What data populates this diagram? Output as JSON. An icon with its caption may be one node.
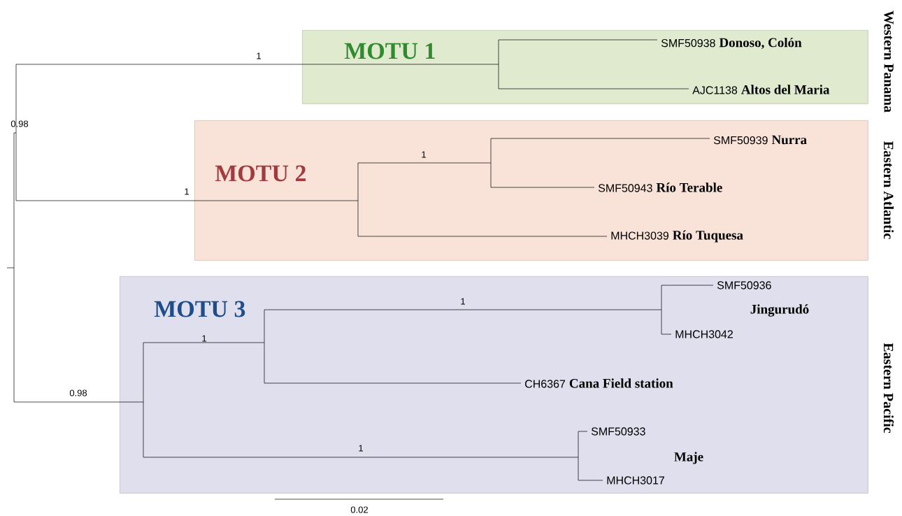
{
  "diagram": {
    "nodes": [
      {
        "text": [
          "MOTU 1"
        ]
      },
      {
        "text": [
          "SMF50938",
          "Donoso, Colón"
        ],
        "in": 0
      },
      {
        "text": [
          "AJC1138",
          "Altos del Maria"
        ],
        "in": 0
      },
      {
        "text": [
          "MOTU 2"
        ]
      },
      {
        "text": [
          "SMF50939",
          "Nurra"
        ],
        "in": 3
      },
      {
        "text": [
          "SMF50943",
          "Río Terable"
        ],
        "in": 3
      },
      {
        "text": [
          "MHCH3039",
          "Río Tuquesa"
        ],
        "in": 3
      },
      {
        "text": [
          "MOTU 3"
        ]
      },
      {
        "text": [
          "SMF50936"
        ],
        "in": 7
      },
      {
        "text": [
          "MHCH3042"
        ],
        "in": 7
      },
      {
        "text": [
          "CH6367",
          "Cana Field station"
        ],
        "in": 7
      },
      {
        "text": [
          "SMF50933"
        ],
        "in": 7
      },
      {
        "text": [
          "MHCH3017"
        ],
        "in": 7
      }
    ],
    "labels": [
      "Western Panama",
      "Eastern Atlantic",
      "Eastern Pacific",
      "1",
      "0.98",
      "1",
      "1",
      "1",
      "1",
      "1",
      "0.98",
      "Jingurudó",
      "Maje",
      "0.02"
    ]
  }
}
